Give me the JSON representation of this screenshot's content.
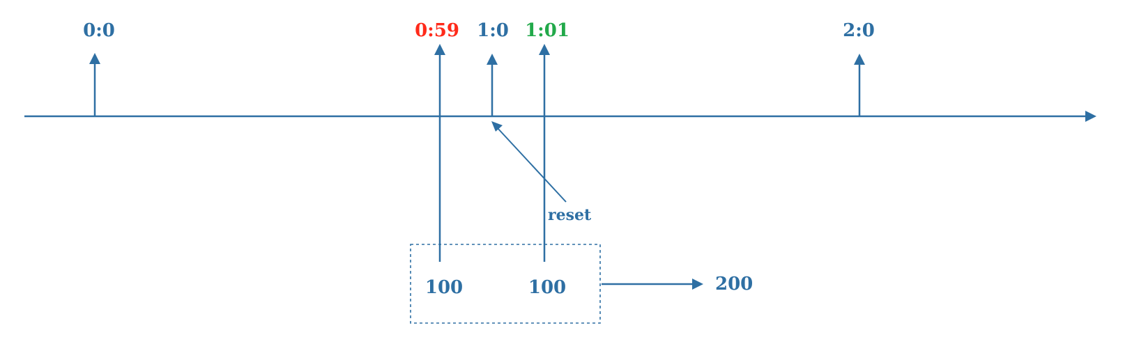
{
  "colors": {
    "line": "#2E6FA3",
    "text": "#2E6FA3",
    "highlight_red": "#FF2A1A",
    "highlight_green": "#22A94A"
  },
  "timestamps": [
    "0:0",
    "0:59",
    "1:0",
    "1:01",
    "2:0"
  ],
  "annotation": {
    "reset_label": "reset"
  },
  "window": {
    "count_left": "100",
    "count_right": "100",
    "total": "200"
  }
}
